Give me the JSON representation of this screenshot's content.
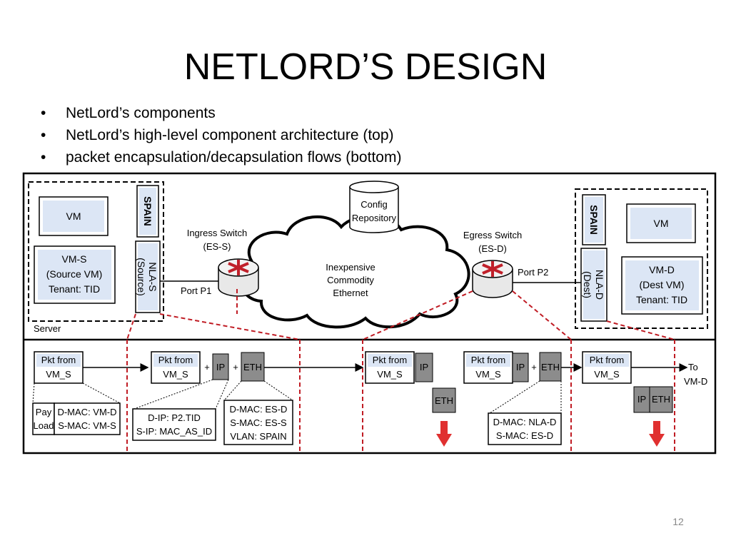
{
  "slide": {
    "title": "NETLORD’S DESIGN",
    "bullets": [
      "NetLord’s components",
      "NetLord’s high-level component architecture (top)",
      "packet encapsulation/decapsulation flows (bottom)"
    ],
    "page_number": "12"
  },
  "colors": {
    "box_fill": "#dce6f5",
    "header_gray": "#8c8c8c",
    "cloud_fill": "#ffffff",
    "switch_fill": "#e8e8e8",
    "router_red": "#c0202a",
    "dash_red": "#c01c24",
    "arrow_red": "#e03030"
  },
  "diagram": {
    "left_host": {
      "vm": "VM",
      "vm_s": [
        "VM-S",
        "(Source  VM)",
        "Tenant: TID"
      ],
      "spain": "SPAIN",
      "nla_s": [
        "NLA-S",
        "(Source)"
      ],
      "server": "Server"
    },
    "right_host": {
      "vm": "VM",
      "vm_d": [
        "VM-D",
        "(Dest  VM)",
        "Tenant: TID"
      ],
      "spain": "SPAIN",
      "nla_d": [
        "NLA-D",
        "(Dest)"
      ]
    },
    "config_repository": [
      "Config",
      "Repository"
    ],
    "ingress_switch": [
      "Ingress Switch",
      "(ES-S)"
    ],
    "egress_switch": [
      "Egress Switch",
      "(ES-D)"
    ],
    "cloud": [
      "Inexpensive",
      "Commodity",
      "Ethernet"
    ],
    "port_p1": "Port P1",
    "port_p2": "Port P2",
    "flow": {
      "pkt": [
        "Pkt from",
        "VM_S"
      ],
      "ip": "IP",
      "eth": "ETH",
      "plus": "+",
      "to_vmd": [
        "To",
        "VM-D"
      ],
      "payload": [
        "Pay",
        "Load"
      ],
      "mac_src": [
        "D-MAC: VM-D",
        "S-MAC: VM-S"
      ],
      "ip_hdr": [
        "D-IP: P2.TID",
        "S-IP: MAC_AS_ID"
      ],
      "eth_outer": [
        "D-MAC: ES-D",
        "S-MAC: ES-S",
        "VLAN: SPAIN"
      ],
      "eth_inner": [
        "D-MAC: NLA-D",
        "S-MAC: ES-D"
      ]
    }
  }
}
